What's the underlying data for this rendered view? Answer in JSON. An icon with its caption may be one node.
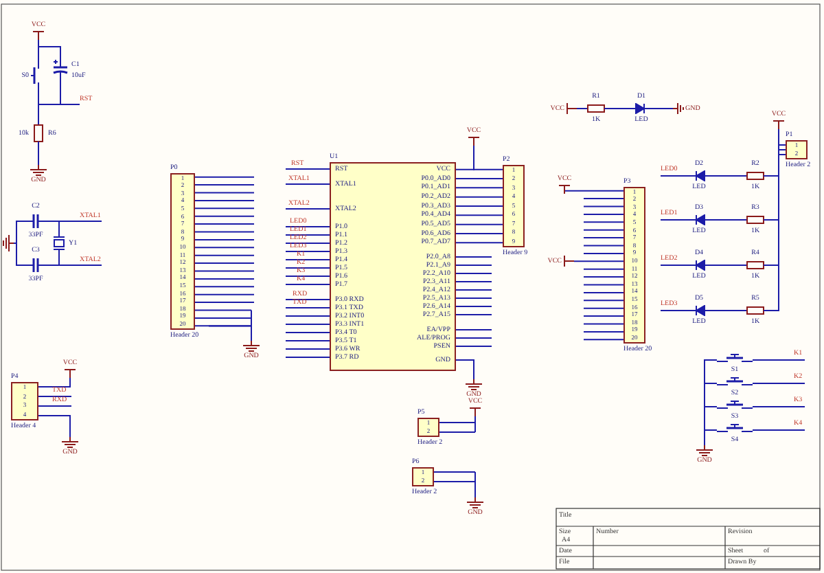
{
  "diagram": {
    "nodes": [
      {
        "text": [
          "VCC"
        ]
      },
      {
        "text": [
          "S0"
        ]
      },
      {
        "text": [
          "C1",
          "10uF"
        ]
      },
      {
        "text": [
          "10k",
          "R6"
        ]
      },
      {
        "text": [
          "GND"
        ]
      },
      {
        "text": [
          "C2",
          "33PF"
        ]
      },
      {
        "text": [
          "Y1"
        ]
      },
      {
        "text": [
          "C3",
          "33PF"
        ]
      },
      {
        "text": [],
        "shape": "ground"
      },
      {
        "text": [
          "VCC"
        ]
      },
      {
        "text": [
          "P4",
          "1",
          "2",
          "3",
          "4"
        ],
        "beside": [
          "Header 4"
        ]
      },
      {
        "text": [
          "GND"
        ]
      },
      {
        "text": [
          "P0",
          "1",
          "2",
          "3",
          "4",
          "5",
          "6",
          "7",
          "8",
          "9",
          "10",
          "11",
          "12",
          "13",
          "14",
          "15",
          "16",
          "17",
          "18",
          "19",
          "20"
        ],
        "beside": [
          "Header 20"
        ]
      },
      {
        "text": [
          "GND"
        ]
      },
      {
        "text": [
          "U1",
          "RST",
          "XTAL1",
          "XTAL2",
          "P1.0",
          "P1.1",
          "P1.2",
          "P1.3",
          "P1.4",
          "P1.5",
          "P1.6",
          "P1.7",
          "P3.0 RXD",
          "P3.1 TXD",
          "P3.2 INT0",
          "P3.3 INT1",
          "P3.4 T0",
          "P3.5 T1",
          "P3.6 WR",
          "P3.7 RD",
          "VCC",
          "P0.0_AD0",
          "P0.1_AD1",
          "P0.2_AD2",
          "P0.3_AD3",
          "P0.4_AD4",
          "P0.5_AD5",
          "P0.6_AD6",
          "P0.7_AD7",
          "P2.0_A8",
          "P2.1_A9",
          "P2.2_A10",
          "P2.3_A11",
          "P2.4_A12",
          "P2.5_A13",
          "P2.6_A14",
          "P2.7_A15",
          "EA/VPP",
          "ALE/PROG",
          "PSEN",
          "GND"
        ]
      },
      {
        "text": [
          "VCC"
        ]
      },
      {
        "text": [
          "P2",
          "1",
          "2",
          "3",
          "4",
          "5",
          "6",
          "7",
          "8",
          "9"
        ],
        "beside": [
          "Header 9"
        ]
      },
      {
        "text": [
          "GND"
        ]
      },
      {
        "text": [
          "VCC"
        ]
      },
      {
        "text": [
          "P3",
          "1",
          "2",
          "3",
          "4",
          "5",
          "6",
          "7",
          "8",
          "9",
          "10",
          "11",
          "12",
          "13",
          "14",
          "15",
          "16",
          "17",
          "18",
          "19",
          "20"
        ],
        "beside": [
          "Header 20"
        ]
      },
      {
        "text": [
          "VCC"
        ]
      },
      {
        "text": [
          "VCC"
        ]
      },
      {
        "text": [
          "R1",
          "1K"
        ]
      },
      {
        "text": [
          "D1",
          "LED"
        ]
      },
      {
        "text": [
          "GND"
        ]
      },
      {
        "text": [
          "D2",
          "LED"
        ]
      },
      {
        "text": [
          "R2",
          "1K"
        ]
      },
      {
        "text": [
          "D3",
          "LED"
        ]
      },
      {
        "text": [
          "R3",
          "1K"
        ]
      },
      {
        "text": [
          "D4",
          "LED"
        ]
      },
      {
        "text": [
          "R4",
          "1K"
        ]
      },
      {
        "text": [
          "D5",
          "LED"
        ]
      },
      {
        "text": [
          "R5",
          "1K"
        ]
      },
      {
        "text": [
          "P1",
          "1",
          "2"
        ],
        "beside": [
          "Header 2"
        ]
      },
      {
        "text": [
          "VCC"
        ]
      },
      {
        "text": [
          "S1"
        ]
      },
      {
        "text": [
          "S2"
        ]
      },
      {
        "text": [
          "S3"
        ]
      },
      {
        "text": [
          "S4"
        ]
      },
      {
        "text": [
          "GND"
        ]
      },
      {
        "text": [
          "P5",
          "1",
          "2"
        ],
        "beside": [
          "Header 2"
        ]
      },
      {
        "text": [
          "VCC"
        ]
      },
      {
        "text": [
          "P6",
          "1",
          "2"
        ],
        "beside": [
          "Header 2"
        ]
      },
      {
        "text": [
          "GND"
        ]
      }
    ],
    "edges": [
      {
        "from": 0,
        "to": 1,
        "arrow": "none"
      },
      {
        "from": 0,
        "to": 2,
        "arrow": "none"
      },
      {
        "from": 1,
        "to": 3,
        "arrow": "none"
      },
      {
        "from": 2,
        "to": 3,
        "arrow": "none"
      },
      {
        "from": 3,
        "to": 4,
        "arrow": "none"
      },
      {
        "from": 5,
        "to": 6,
        "arrow": "none"
      },
      {
        "from": 7,
        "to": 6,
        "arrow": "none"
      },
      {
        "from": 8,
        "to": 5,
        "arrow": "none"
      },
      {
        "from": 8,
        "to": 7,
        "arrow": "none"
      },
      {
        "from": 10,
        "to": 9,
        "arrow": "none"
      },
      {
        "from": 10,
        "to": 11,
        "arrow": "none"
      },
      {
        "from": 12,
        "to": 13,
        "arrow": "none"
      },
      {
        "from": 14,
        "to": 15,
        "arrow": "none"
      },
      {
        "from": 15,
        "to": 16,
        "arrow": "none"
      },
      {
        "from": 14,
        "to": 16,
        "arrow": "none"
      },
      {
        "from": 14,
        "to": 16,
        "arrow": "none"
      },
      {
        "from": 14,
        "to": 16,
        "arrow": "none"
      },
      {
        "from": 14,
        "to": 16,
        "arrow": "none"
      },
      {
        "from": 14,
        "to": 16,
        "arrow": "none"
      },
      {
        "from": 14,
        "to": 16,
        "arrow": "none"
      },
      {
        "from": 14,
        "to": 16,
        "arrow": "none"
      },
      {
        "from": 14,
        "to": 16,
        "arrow": "none"
      },
      {
        "from": 14,
        "to": 17,
        "arrow": "none"
      },
      {
        "from": 19,
        "to": 18,
        "arrow": "none"
      },
      {
        "from": 19,
        "to": 20,
        "arrow": "none"
      },
      {
        "from": 21,
        "to": 22,
        "arrow": "none"
      },
      {
        "from": 22,
        "to": 23,
        "arrow": "none"
      },
      {
        "from": 23,
        "to": 24,
        "arrow": "none"
      },
      {
        "from": 25,
        "to": 26,
        "arrow": "none"
      },
      {
        "from": 26,
        "to": 33,
        "arrow": "none"
      },
      {
        "from": 27,
        "to": 28,
        "arrow": "none"
      },
      {
        "from": 28,
        "to": 33,
        "arrow": "none"
      },
      {
        "from": 29,
        "to": 30,
        "arrow": "none"
      },
      {
        "from": 30,
        "to": 33,
        "arrow": "none"
      },
      {
        "from": 31,
        "to": 32,
        "arrow": "none"
      },
      {
        "from": 32,
        "to": 33,
        "arrow": "none"
      },
      {
        "from": 33,
        "to": 34,
        "arrow": "none"
      },
      {
        "from": 35,
        "to": 39,
        "arrow": "none"
      },
      {
        "from": 36,
        "to": 39,
        "arrow": "none"
      },
      {
        "from": 37,
        "to": 39,
        "arrow": "none"
      },
      {
        "from": 38,
        "to": 39,
        "arrow": "none"
      },
      {
        "from": 40,
        "to": 41,
        "arrow": "none"
      },
      {
        "from": 42,
        "to": 43,
        "arrow": "none"
      }
    ],
    "labels": [
      "RST",
      "XTAL1",
      "XTAL2",
      "TXD",
      "RXD",
      "RST",
      "XTAL1",
      "XTAL2",
      "LED0",
      "LED1",
      "LED2",
      "LED3",
      "K1",
      "K2",
      "K3",
      "K4",
      "RXD",
      "TXD",
      "LED0",
      "LED1",
      "LED2",
      "LED3",
      "K1",
      "K2",
      "K3",
      "K4",
      "Title",
      "Size",
      "A4",
      "Number",
      "Revision",
      "Date",
      "Sheet",
      "of",
      "File",
      "Drawn By"
    ]
  }
}
